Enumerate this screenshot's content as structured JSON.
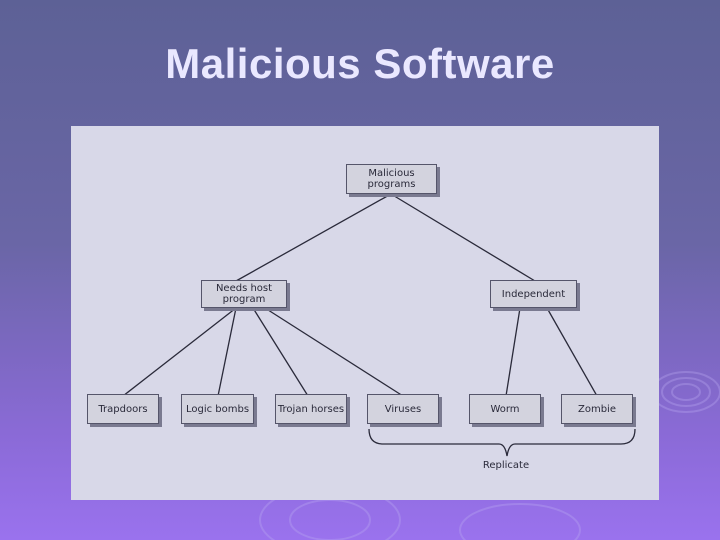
{
  "slide": {
    "title": "Malicious Software"
  },
  "diagram": {
    "root": "Malicious\nprograms",
    "left_branch": "Needs host\nprogram",
    "right_branch": "Independent",
    "leaves": {
      "trapdoors": "Trapdoors",
      "logic_bombs": "Logic bombs",
      "trojan_horses": "Trojan horses",
      "viruses": "Viruses",
      "worm": "Worm",
      "zombie": "Zombie"
    },
    "brace_label": "Replicate"
  },
  "colors": {
    "background_top": "#5d6196",
    "background_bottom": "#9a72ee",
    "title": "#eae8ff",
    "panel": "#d8d8e8",
    "node_fill": "#d3d3de",
    "line": "#2a2a3a"
  }
}
